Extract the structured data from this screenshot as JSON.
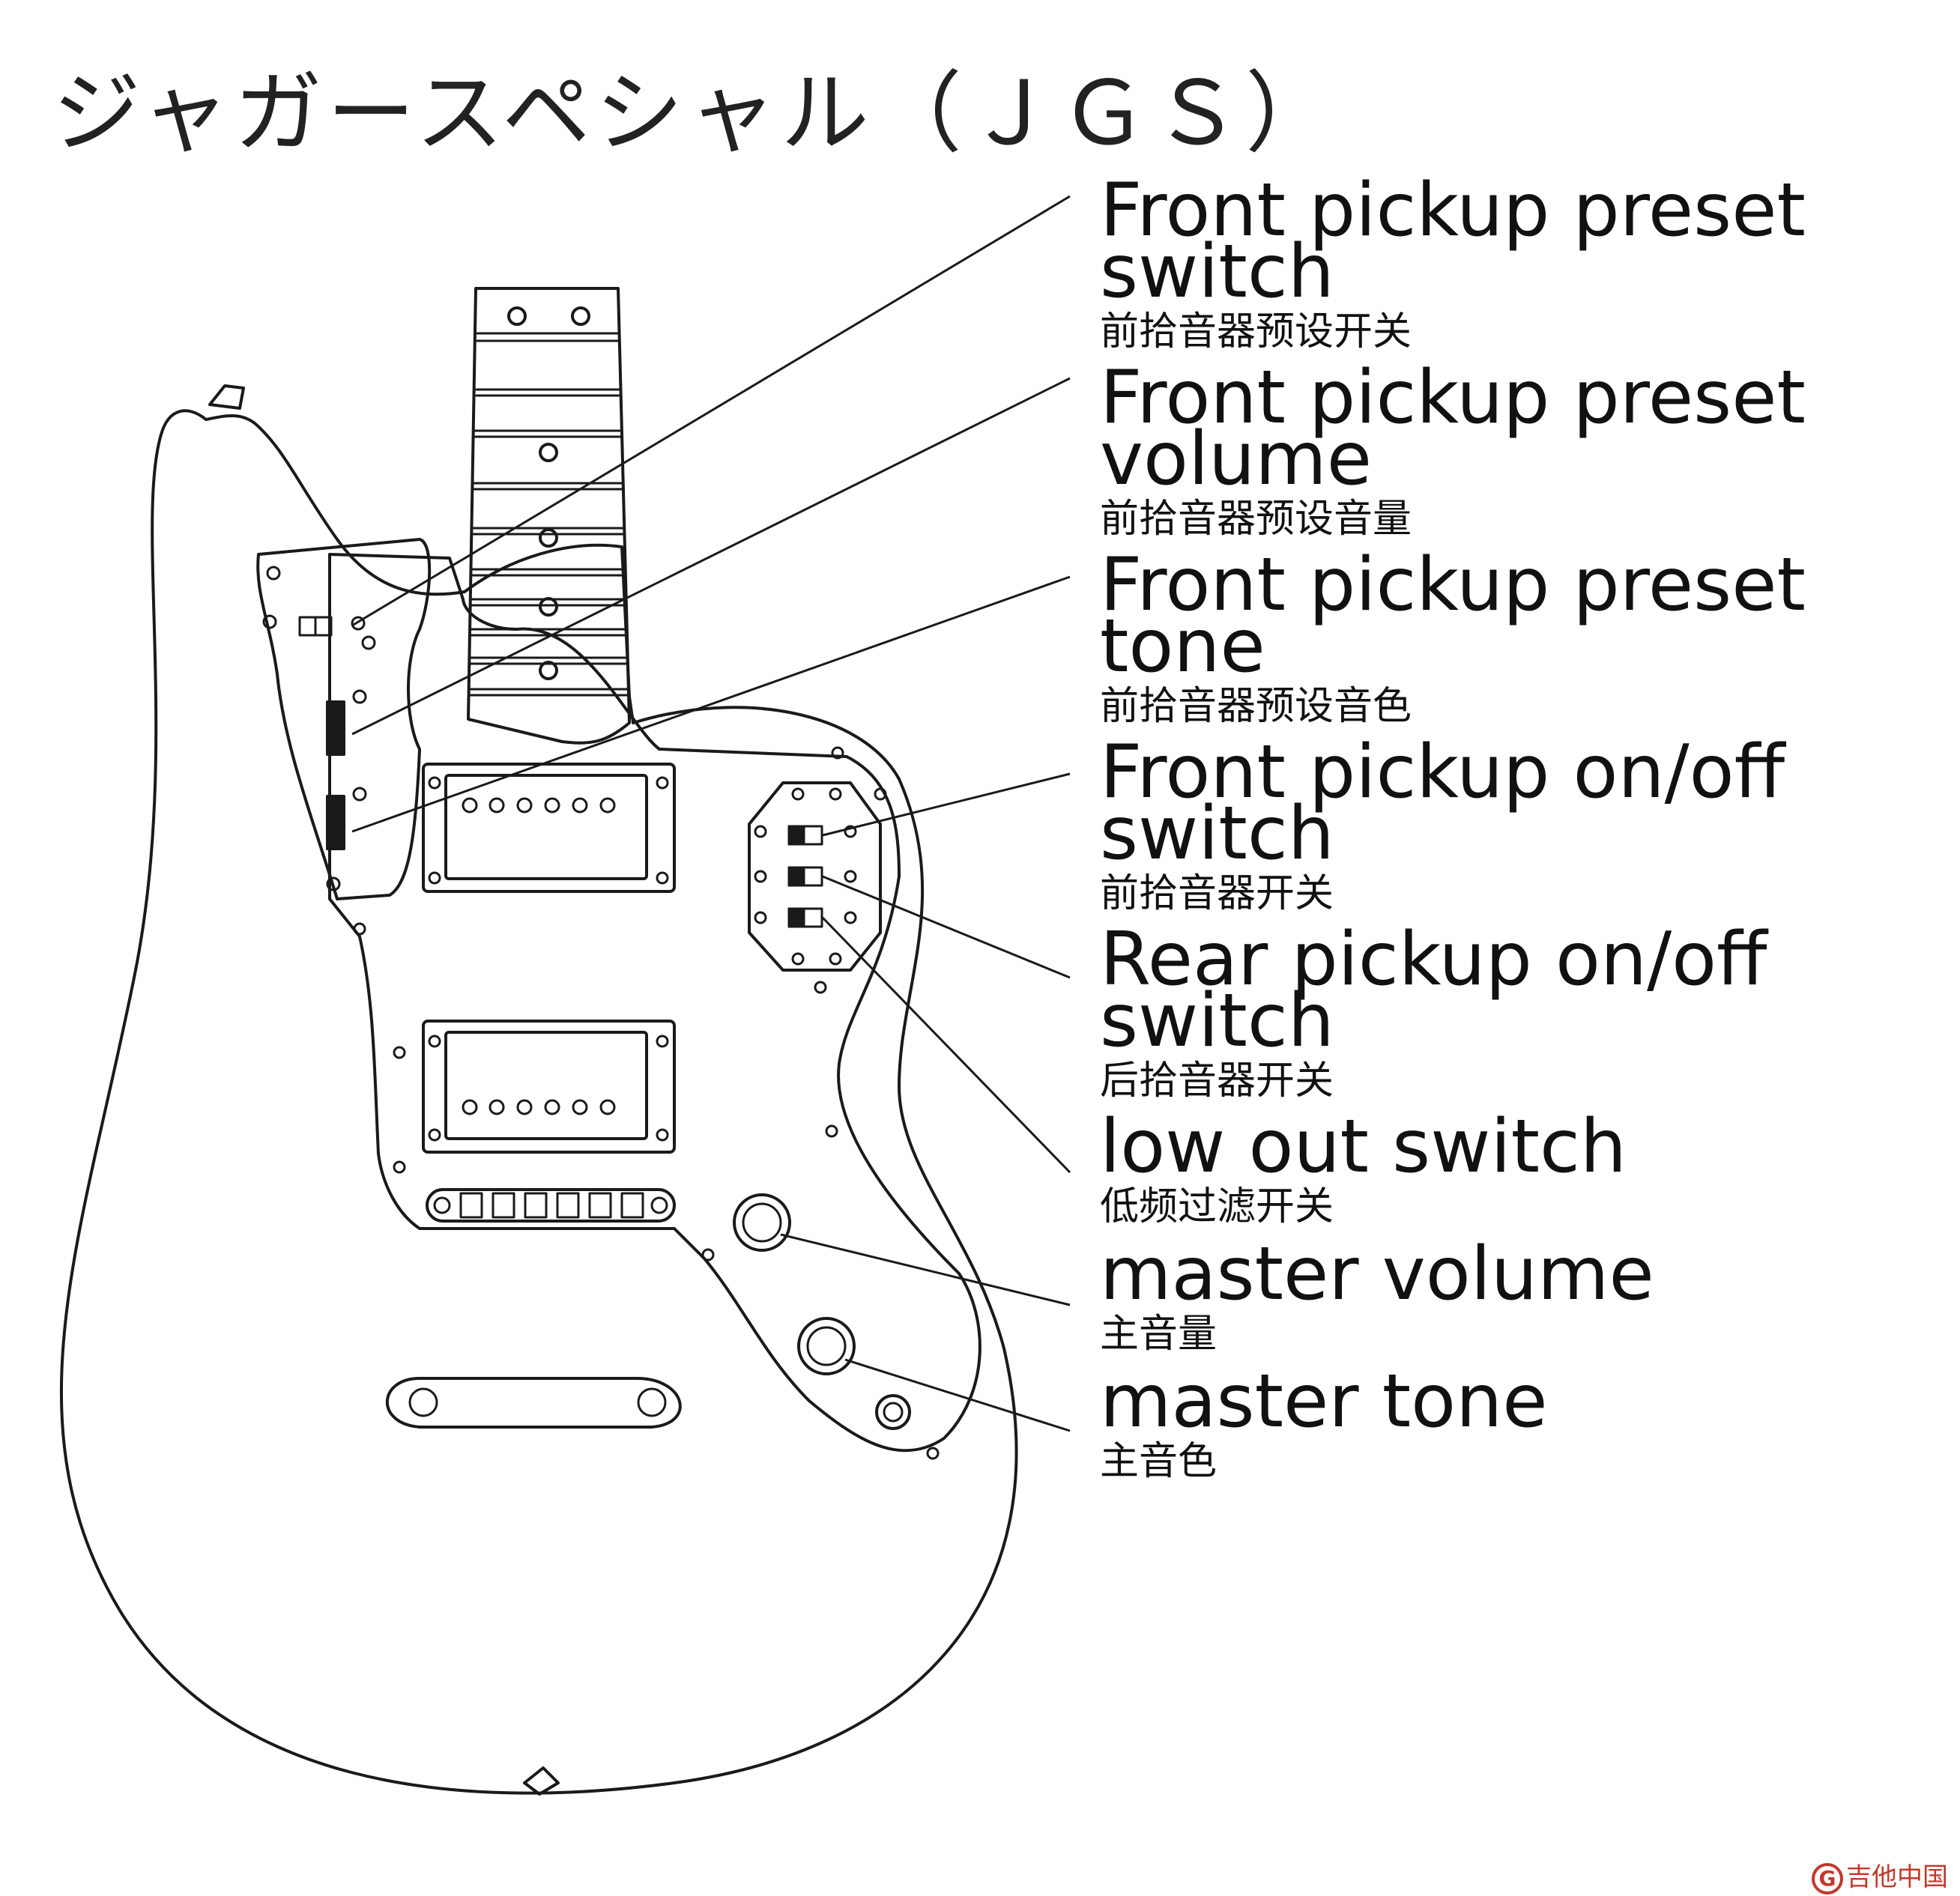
{
  "title": "ジャガースペシャル（ＪＧＳ）",
  "labels": [
    {
      "en": "Front pickup preset switch",
      "zh": "前拾音器预设开关"
    },
    {
      "en": "Front pickup preset volume",
      "zh": "前拾音器预设音量"
    },
    {
      "en": "Front pickup preset tone",
      "zh": "前拾音器预设音色"
    },
    {
      "en": "Front pickup on/off switch",
      "zh": "前拾音器开关"
    },
    {
      "en": "Rear pickup on/off switch",
      "zh": "后拾音器开关"
    },
    {
      "en": "low out switch",
      "zh": "低频过滤开关"
    },
    {
      "en": "master volume",
      "zh": "主音量"
    },
    {
      "en": "master tone",
      "zh": "主音色"
    }
  ],
  "watermark": "吉他中国",
  "colors": {
    "line": "#1a1a1a",
    "background": "#ffffff",
    "watermark": "#c0392b"
  }
}
